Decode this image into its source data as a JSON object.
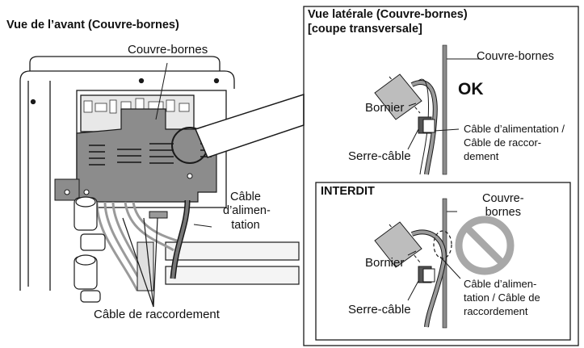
{
  "front": {
    "title": "Vue de l’avant (Couvre-bornes)",
    "cover_label": "Couvre-bornes",
    "power_cable_label": [
      "Câble",
      "d’alimen-",
      "tation"
    ],
    "connection_cable_label": "Câble de raccordement"
  },
  "side_ok": {
    "title_line1": "Vue latérale (Couvre-bornes)",
    "title_line2": "[coupe transversale]",
    "cover_label": "Couvre-bornes",
    "status": "OK",
    "terminal_label": "Bornier",
    "cable_label": [
      "Câble d’alimentation /",
      "Câble de raccor-",
      "dement"
    ],
    "clamp_label": "Serre-câble"
  },
  "side_ng": {
    "title": "INTERDIT",
    "cover_label": [
      "Couvre-",
      "bornes"
    ],
    "terminal_label": "Bornier",
    "cable_label": [
      "Câble d’alimen-",
      "tation / Câble de",
      "raccordement"
    ],
    "clamp_label": "Serre-câble",
    "prohibited_icon": "prohibition-icon"
  },
  "colors": {
    "line": "#1a1a1a",
    "unit_gray": "#8c8c8c",
    "cable_gray": "#9a9a9a",
    "prohibit": "#a8a8a8"
  }
}
